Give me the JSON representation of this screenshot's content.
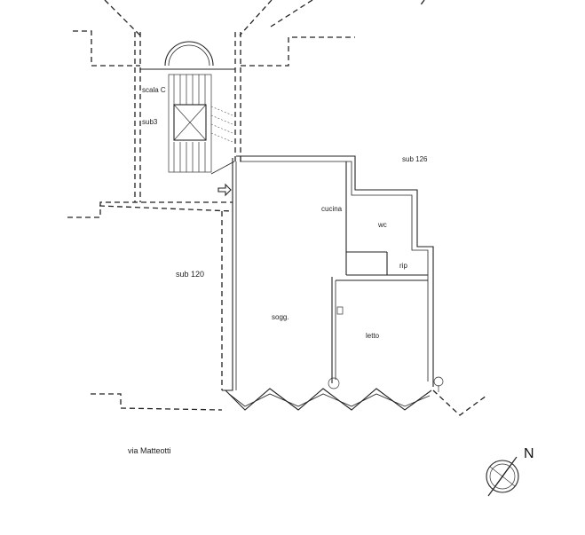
{
  "labels": {
    "scala": "scala C",
    "sub3": "sub3",
    "sub126": "sub 126",
    "cucina": "cucina",
    "wc": "wc",
    "rip": "rip",
    "sub120": "sub 120",
    "sogg": "sogg.",
    "letto": "letto",
    "street": "via Matteotti",
    "north": "N"
  },
  "icons": [
    "compass-rose-icon",
    "entrance-arrow-icon"
  ]
}
